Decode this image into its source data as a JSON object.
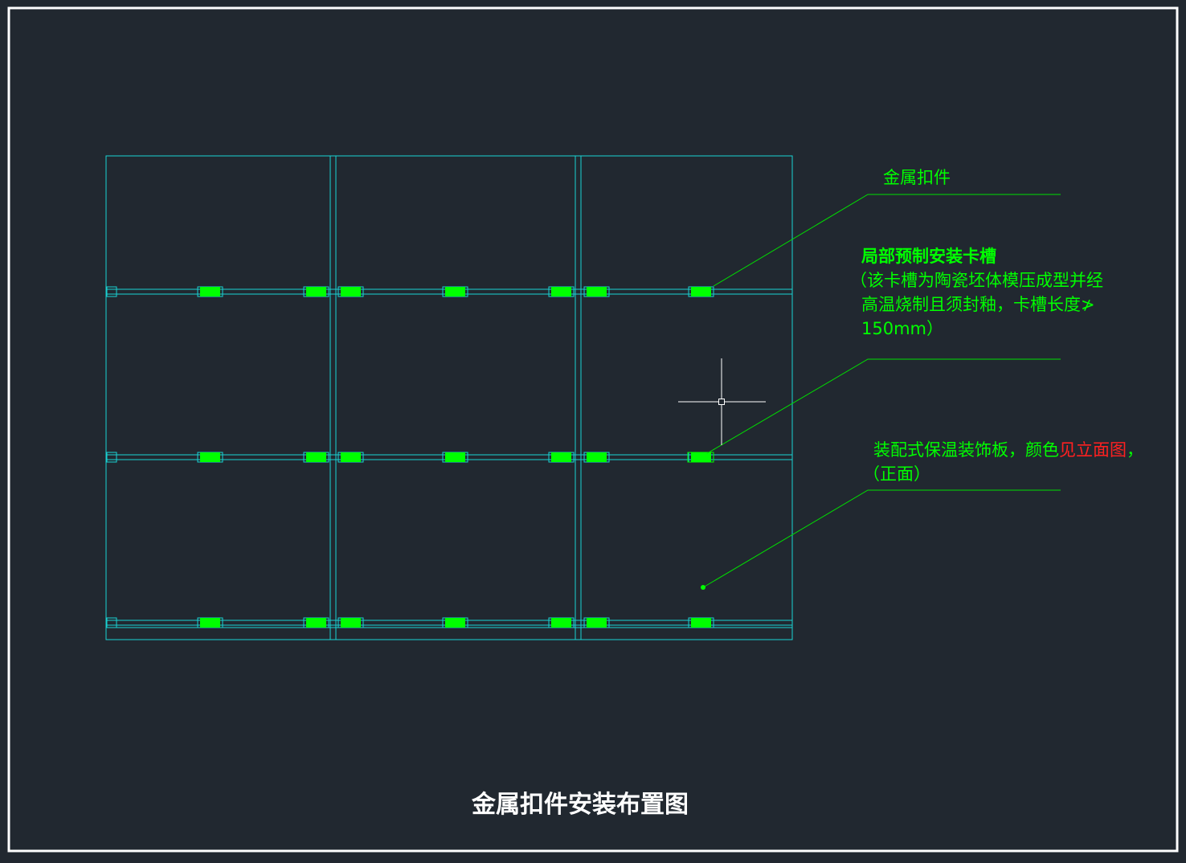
{
  "colors": {
    "background": "#212830",
    "frame": "#ffffff",
    "grid": "#19d3d3",
    "clip": "#00ff00",
    "leader": "#00e000",
    "label_green": "#00ff00",
    "label_red": "#ff2020",
    "title": "#ffffff",
    "cursor": "#ffffff"
  },
  "labels": {
    "metal_clip": "金属扣件",
    "slot_title": "局部预制安装卡槽",
    "slot_desc_1": "（该卡槽为陶瓷坯体模压成型并经",
    "slot_desc_2": "高温烧制且须封釉，卡槽长度≯",
    "slot_desc_3": "150mm）",
    "panel_prefix": "装配式保温装饰板，颜色",
    "panel_red": "见立面图",
    "panel_suffix": "，",
    "panel_line2": "（正面）"
  },
  "title": "金属扣件安装布置图"
}
